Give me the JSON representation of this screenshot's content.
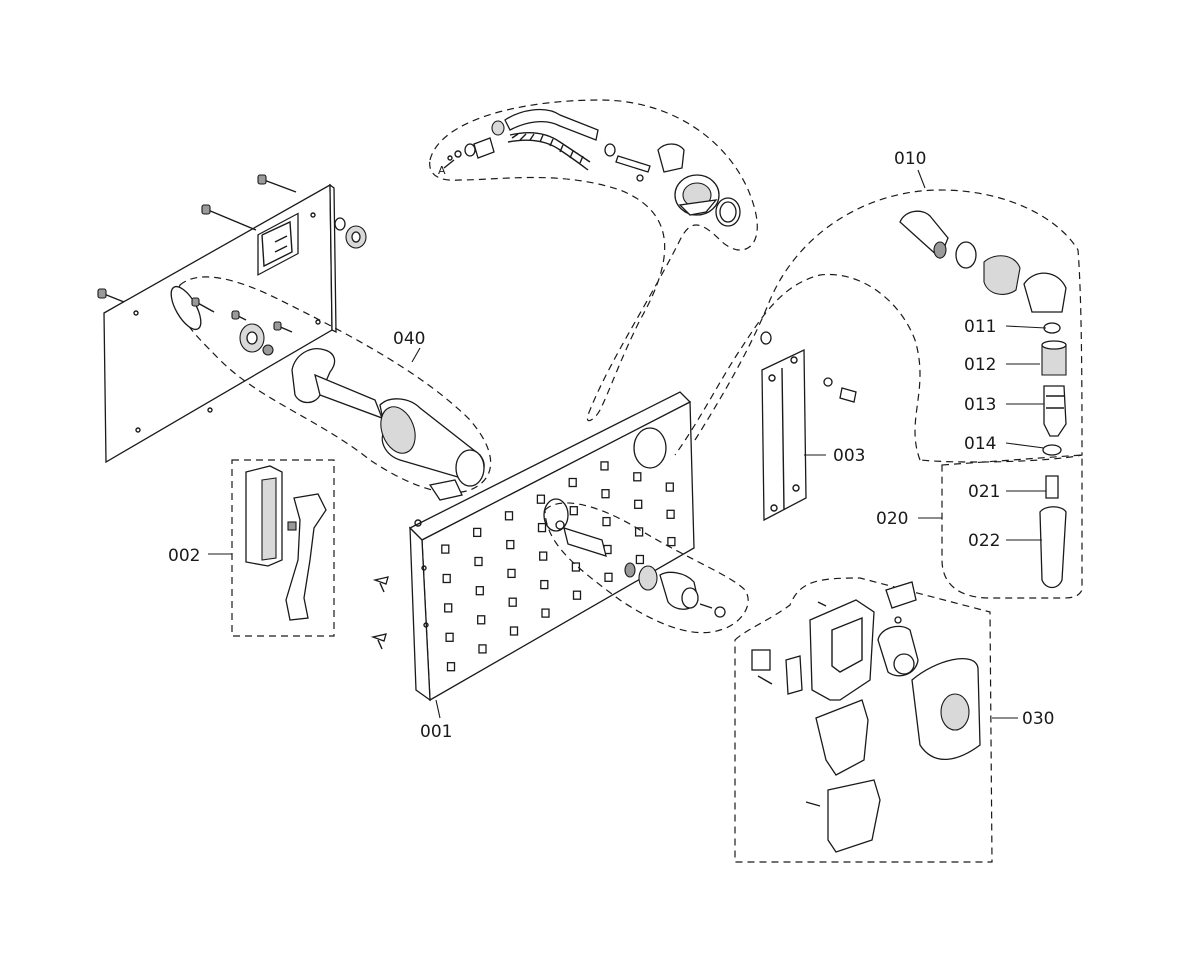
{
  "part_labels": [
    {
      "id": "p001",
      "text": "001"
    },
    {
      "id": "p002",
      "text": "002"
    },
    {
      "id": "p003",
      "text": "003"
    },
    {
      "id": "p010",
      "text": "010"
    },
    {
      "id": "p011",
      "text": "011"
    },
    {
      "id": "p012",
      "text": "012"
    },
    {
      "id": "p013",
      "text": "013"
    },
    {
      "id": "p014",
      "text": "014"
    },
    {
      "id": "p020",
      "text": "020"
    },
    {
      "id": "p021",
      "text": "021"
    },
    {
      "id": "p022",
      "text": "022"
    },
    {
      "id": "p030",
      "text": "030"
    },
    {
      "id": "p040",
      "text": "040"
    }
  ],
  "detail_marker": "A",
  "colors": {
    "line": "#1a1a1a",
    "background": "#ffffff",
    "shade": "#d9d9d9"
  }
}
